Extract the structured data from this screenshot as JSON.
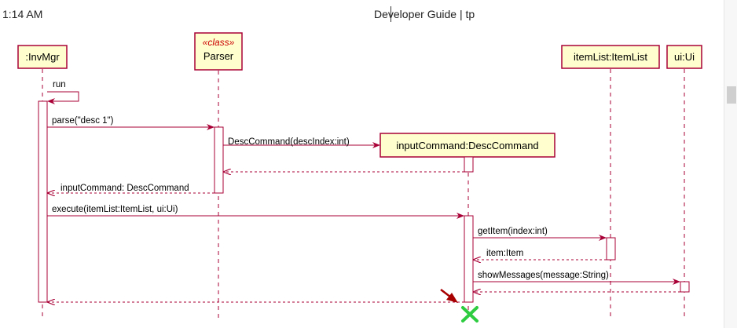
{
  "header": {
    "time": "1:14 AM",
    "doc_title": "Developer Guide",
    "separator": "|",
    "doc_subtitle": "tp"
  },
  "diagram": {
    "participants": {
      "invmgr": {
        "label": ":InvMgr"
      },
      "parser": {
        "stereotype": "«class»",
        "label": "Parser"
      },
      "desc_command": {
        "label": "inputCommand:DescCommand"
      },
      "item_list": {
        "label": "itemList:ItemList"
      },
      "ui": {
        "label": "ui:Ui"
      }
    },
    "messages": [
      {
        "id": "run",
        "label": "run"
      },
      {
        "id": "parse",
        "label": "parse(\"desc 1\")"
      },
      {
        "id": "create",
        "label": "DescCommand(descIndex:int)"
      },
      {
        "id": "return_parser",
        "label": ""
      },
      {
        "id": "return_cmd",
        "label": "inputCommand: DescCommand"
      },
      {
        "id": "execute",
        "label": "execute(itemList:ItemList, ui:Ui)"
      },
      {
        "id": "get_item",
        "label": "getItem(index:int)"
      },
      {
        "id": "return_item",
        "label": "item:Item"
      },
      {
        "id": "show_messages",
        "label": "showMessages(message:String)"
      },
      {
        "id": "return_ui",
        "label": ""
      },
      {
        "id": "return_execute",
        "label": ""
      }
    ],
    "colors": {
      "participant_fill": "#FEFECE",
      "participant_border": "#A80036",
      "line": "#A80036",
      "destroy": "#2ECC40",
      "destroy_arrow": "#A80000"
    }
  }
}
